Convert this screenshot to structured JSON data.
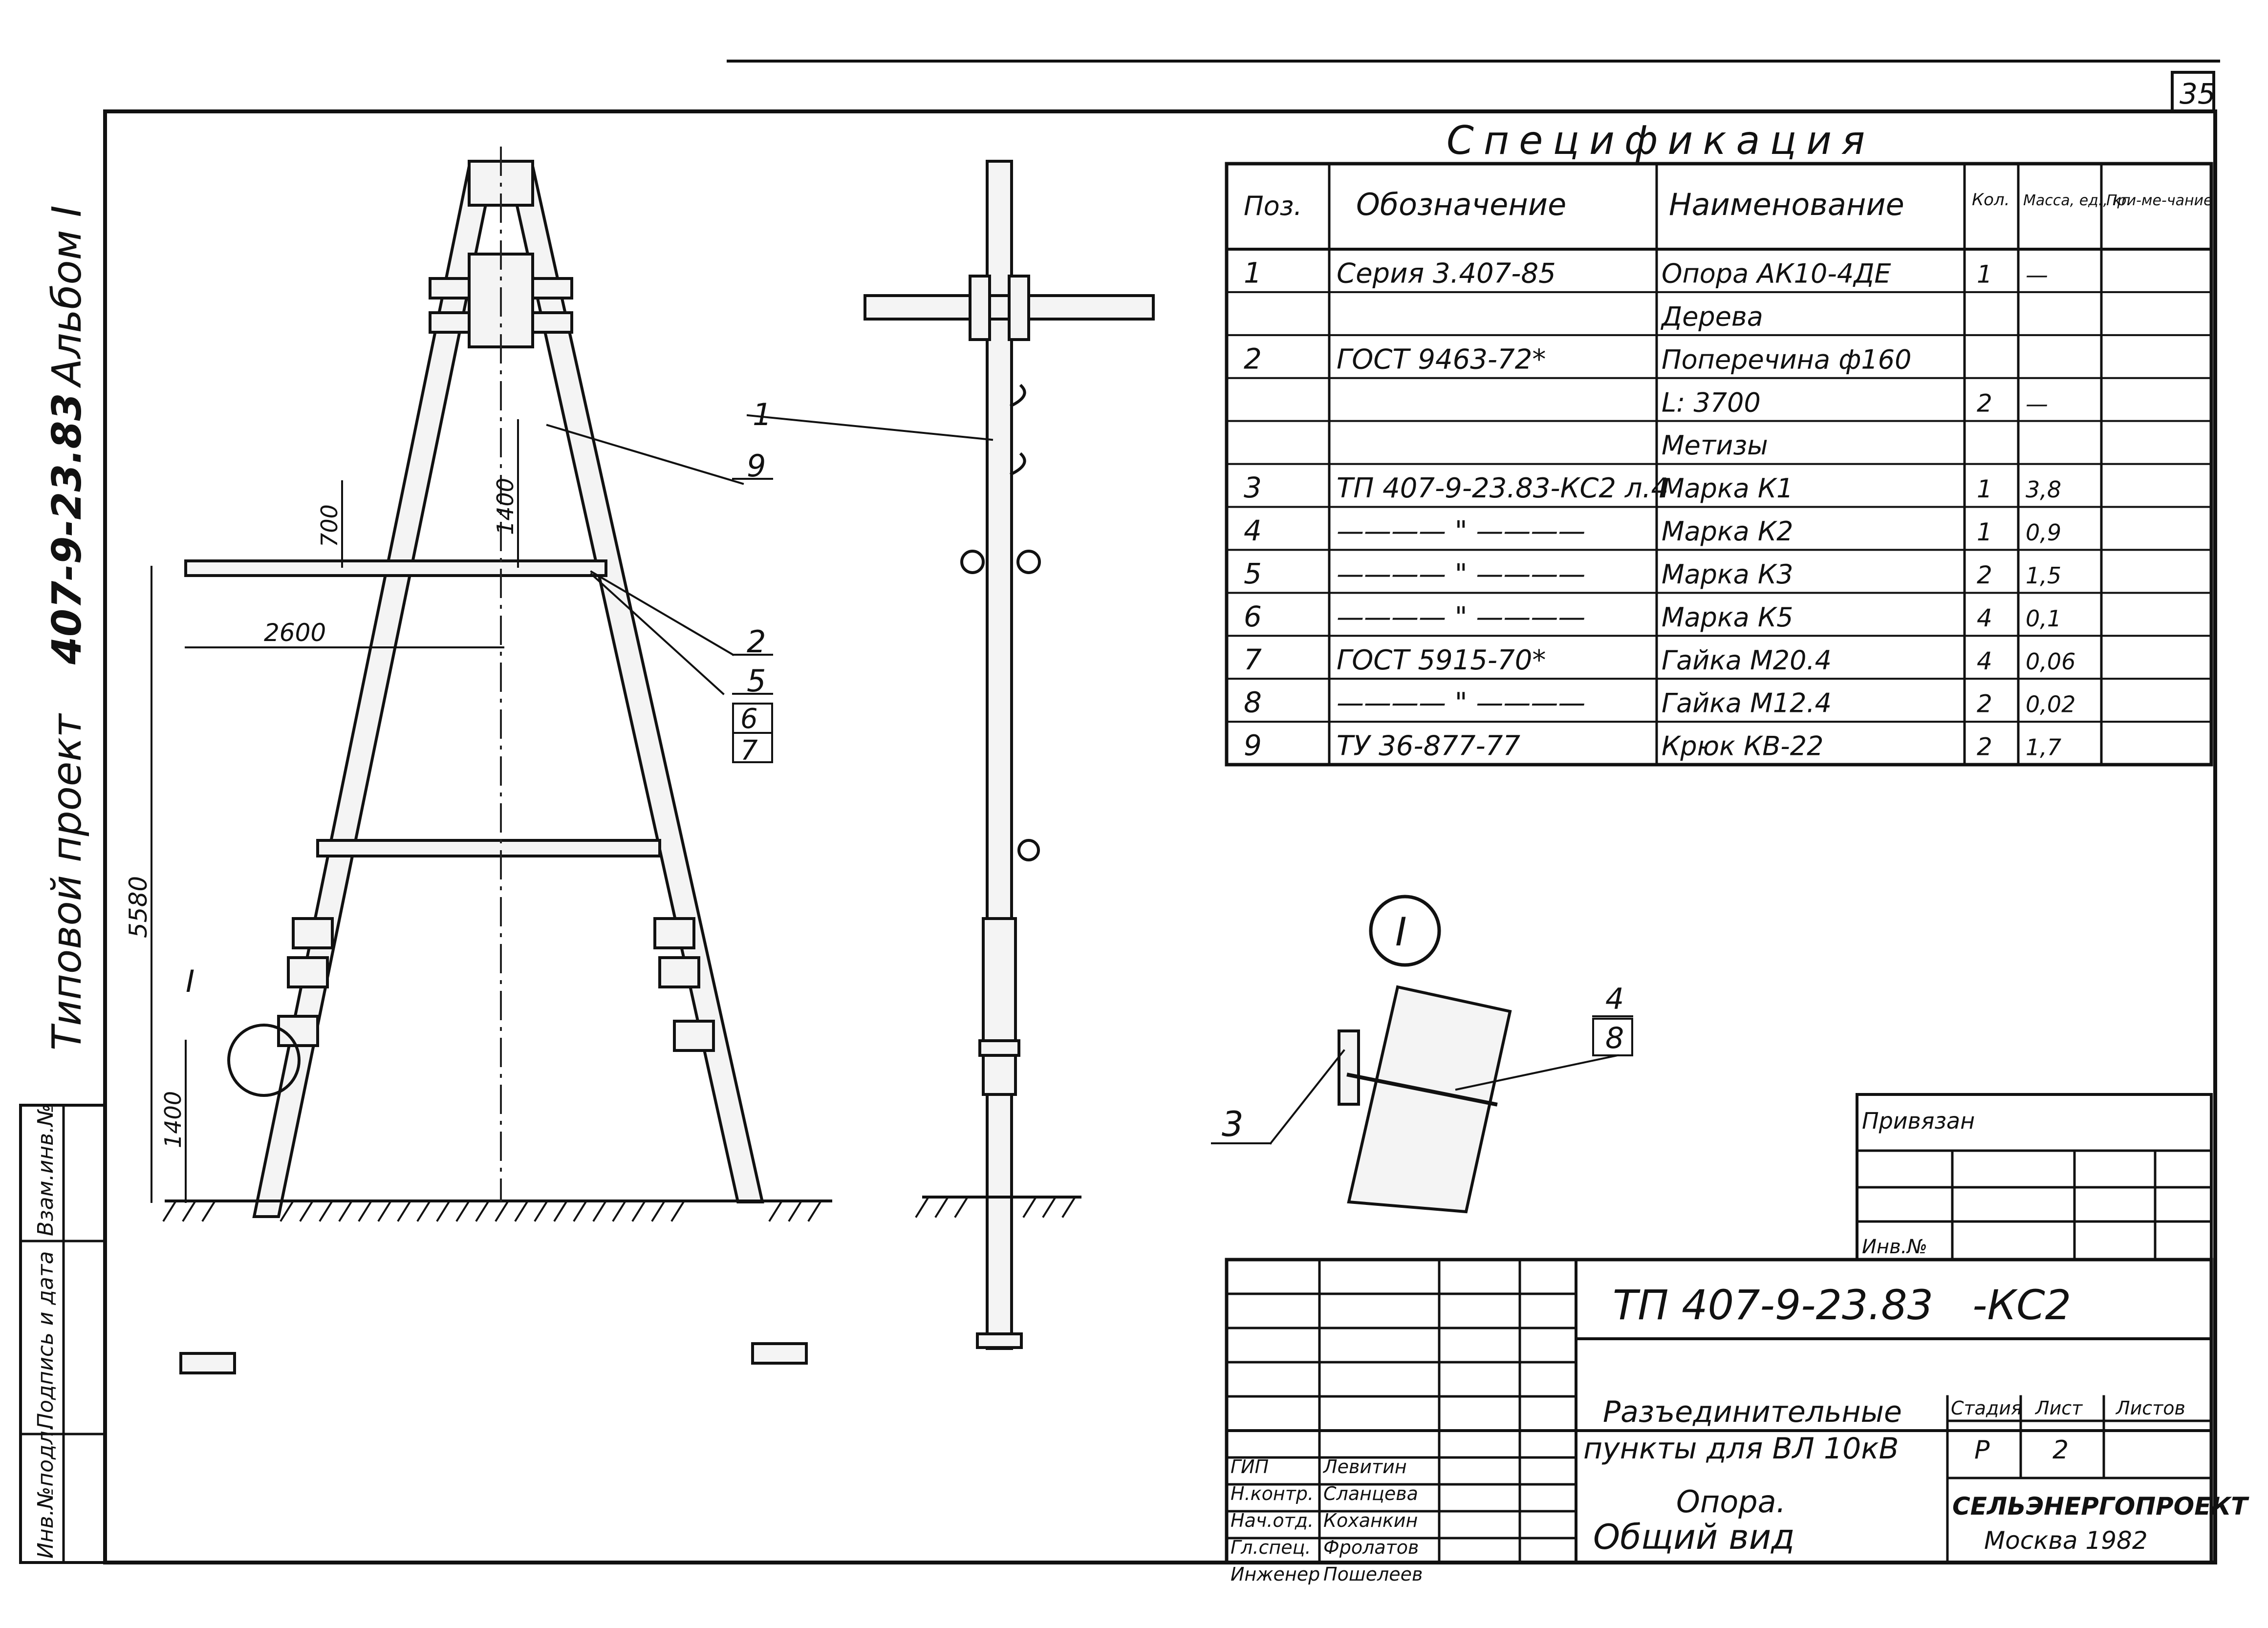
{
  "sheet_number": "35",
  "side_strip": {
    "album": "Альбом I",
    "project_label": "Типовой проект",
    "project_code": "407-9-23.83",
    "stamp_cells": [
      "Инв.№подл.",
      "Подпись и дата",
      "Взам.инв.№"
    ]
  },
  "front_view": {
    "callouts": [
      "1",
      "9",
      "2",
      "5",
      "6",
      "7"
    ],
    "dims": [
      "700",
      "1400",
      "2600",
      "5580",
      "1400"
    ],
    "section_mark": "I"
  },
  "spec": {
    "title": "Спецификация",
    "headers": [
      "Поз.",
      "Обозначение",
      "Наименование",
      "Кол.",
      "Масса, ед., кг",
      "При-ме-чание"
    ],
    "rows": [
      [
        "1",
        "Серия 3.407-85",
        "Опора АК10-4ДЕ",
        "1",
        "—",
        ""
      ],
      [
        "",
        "",
        "Дерева",
        "",
        "",
        ""
      ],
      [
        "2",
        "ГОСТ 9463-72*",
        "Поперечина ф160",
        "",
        "",
        ""
      ],
      [
        "",
        "",
        "L: 3700",
        "2",
        "—",
        ""
      ],
      [
        "",
        "",
        "Метизы",
        "",
        "",
        ""
      ],
      [
        "3",
        "ТП 407-9-23.83-КС2 л.4",
        "Марка К1",
        "1",
        "3,8",
        ""
      ],
      [
        "4",
        "———— \" ————",
        "Марка К2",
        "1",
        "0,9",
        ""
      ],
      [
        "5",
        "———— \" ————",
        "Марка К3",
        "2",
        "1,5",
        ""
      ],
      [
        "6",
        "———— \" ————",
        "Марка К5",
        "4",
        "0,1",
        ""
      ],
      [
        "7",
        "ГОСТ 5915-70*",
        "Гайка М20.4",
        "4",
        "0,06",
        ""
      ],
      [
        "8",
        "———— \" ————",
        "Гайка М12.4",
        "2",
        "0,02",
        ""
      ],
      [
        "9",
        "ТУ 36-877-77",
        "Крюк КВ-22",
        "2",
        "1,7",
        ""
      ]
    ]
  },
  "detail": {
    "mark": "I",
    "callouts": [
      "4",
      "8",
      "3"
    ]
  },
  "privyazan": {
    "title": "Привязан",
    "inv": "Инв.№"
  },
  "title_block": {
    "code": "ТП 407-9-23.83   -КС2",
    "desc_line1": "Разъединительные",
    "desc_line2": "пункты для ВЛ 10кВ",
    "sheet_title_1": "Опора.",
    "sheet_title_2": "Общий вид",
    "stage_label": "Стадия",
    "sheet_label": "Лист",
    "sheets_label": "Листов",
    "stage": "Р",
    "sheet": "2",
    "sheets": "",
    "org": "СЕЛЬЭНЕРГОПРОЕКТ",
    "city_year": "Москва 1982",
    "signatures": [
      {
        "role": "ГИП",
        "name": "Левитин"
      },
      {
        "role": "Н.контр.",
        "name": "Сланцева"
      },
      {
        "role": "Нач.отд.",
        "name": "Коханкин"
      },
      {
        "role": "Гл.спец.",
        "name": "Фролатов"
      },
      {
        "role": "Инженер",
        "name": "Пошелеев"
      }
    ]
  }
}
